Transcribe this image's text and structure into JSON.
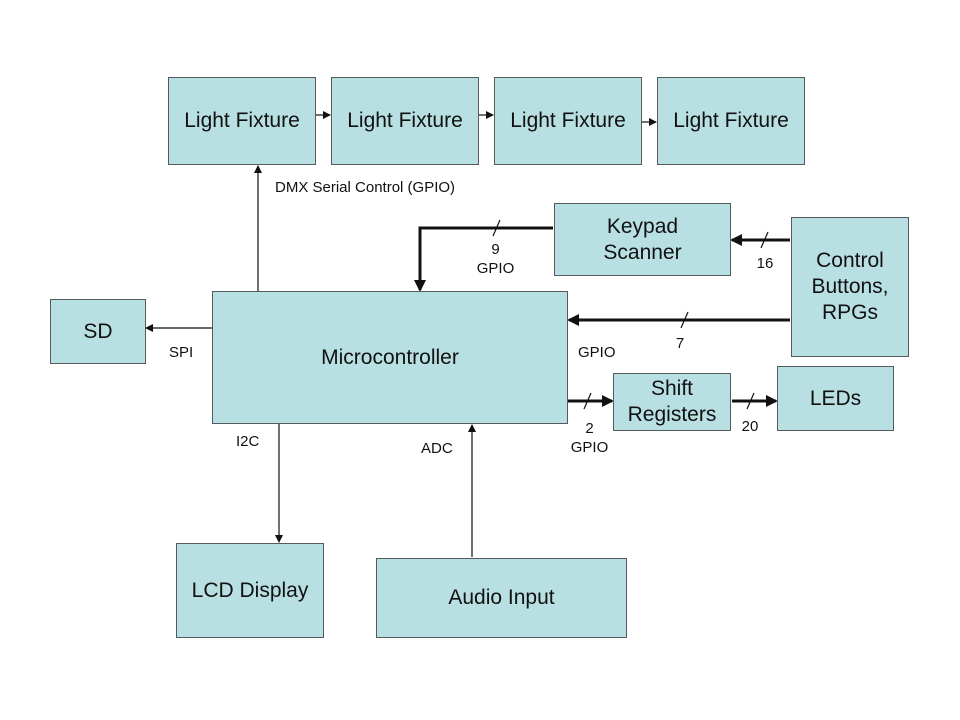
{
  "blocks": {
    "fixture1": "Light Fixture",
    "fixture2": "Light Fixture",
    "fixture3": "Light Fixture",
    "fixture4": "Light Fixture",
    "keypad": "Keypad\nScanner",
    "control": "Control\nButtons,\nRPGs",
    "sd": "SD",
    "micro": "Microcontroller",
    "shift": "Shift\nRegisters",
    "leds": "LEDs",
    "lcd": "LCD Display",
    "audio": "Audio Input"
  },
  "labels": {
    "dmx": "DMX Serial Control (GPIO)",
    "keypad_bus": "9\nGPIO",
    "control_to_keypad": "16",
    "spi": "SPI",
    "gpio_control": "GPIO",
    "control_bus": "7",
    "shift_bus": "2\nGPIO",
    "leds_bus": "20",
    "i2c": "I2C",
    "adc": "ADC"
  }
}
